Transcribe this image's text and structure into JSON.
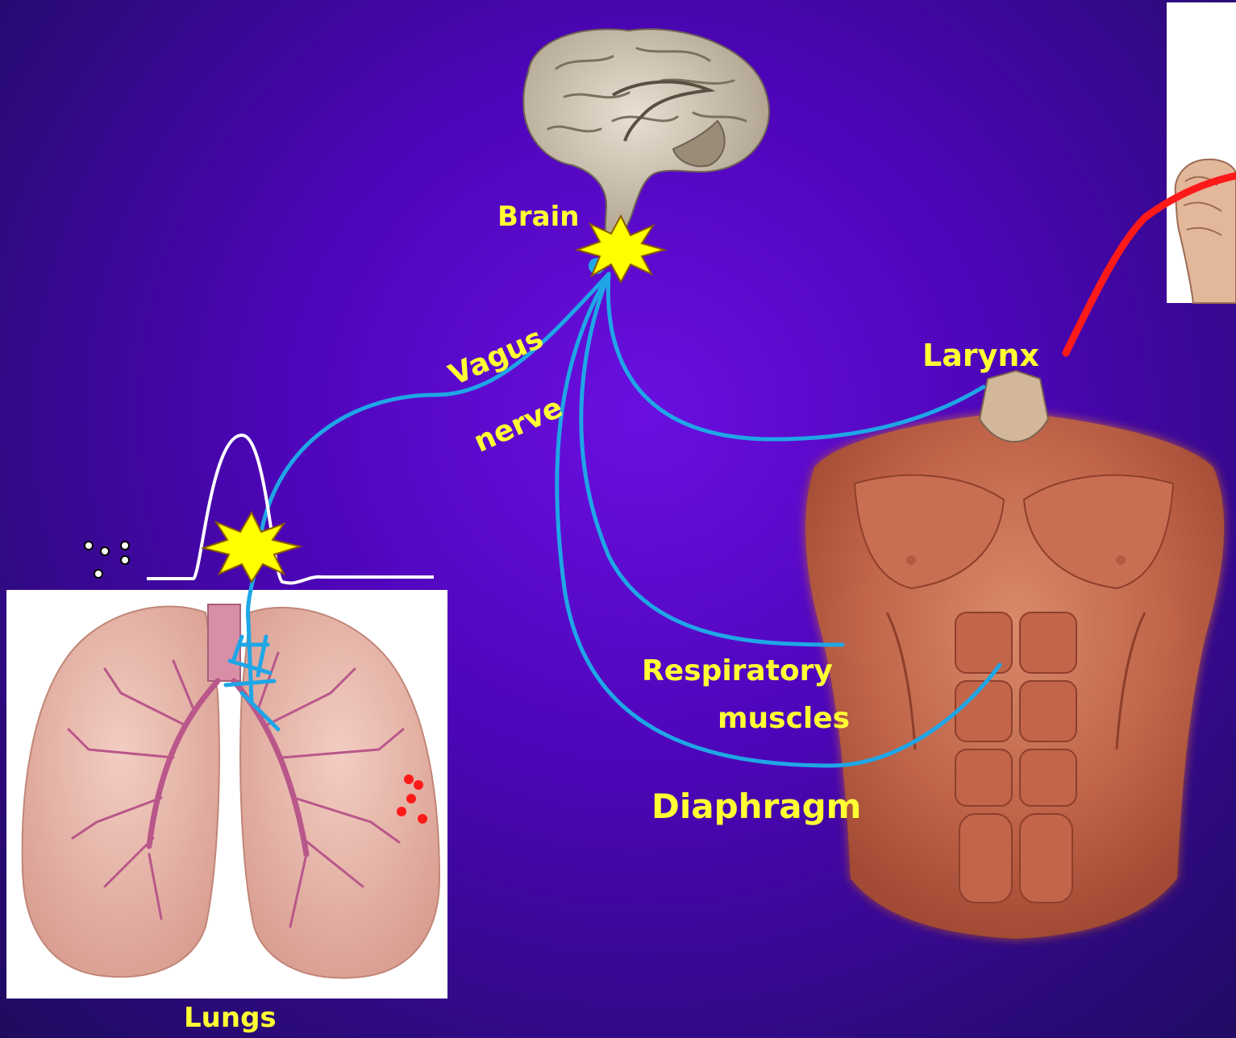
{
  "labels": {
    "brain": "Brain",
    "vagus_line1": "Vagus",
    "vagus_line2": "nerve",
    "larynx": "Larynx",
    "respiratory_line1": "Respiratory",
    "respiratory_line2": "muscles",
    "diaphragm": "Diaphragm",
    "lungs": "Lungs"
  },
  "colors": {
    "nerve": "#1fa6e6",
    "label": "#ffff33",
    "output_arrow": "#ff1a1a",
    "burst": "#ffff00"
  },
  "icons": [
    "brain-illustration",
    "lungs-illustration",
    "torso-muscles-illustration",
    "hand-fist-illustration",
    "nerve-impulse-burst-icon"
  ]
}
